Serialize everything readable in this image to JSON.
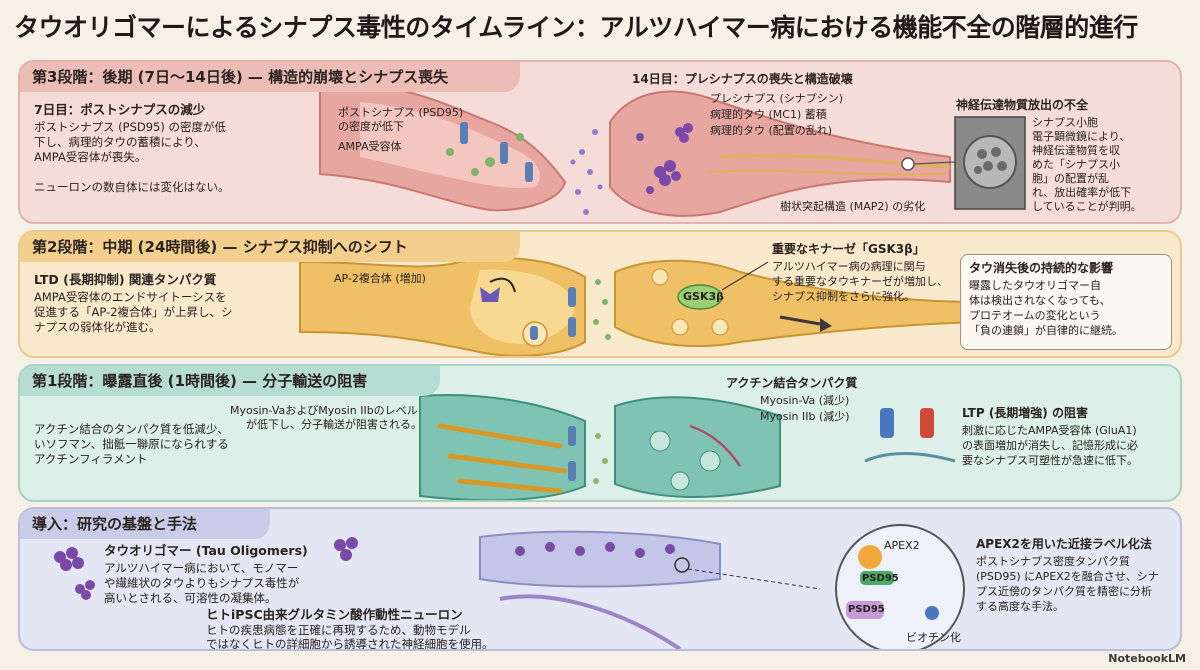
{
  "title": "タウオリゴマーによるシナプス毒性のタイムライン：アルツハイマー病における機能不全の階層的進行",
  "stage3": {
    "header": "第3段階：後期 (7日〜14日後) — 構造的崩壊とシナプス喪失",
    "day7_title": "7日目：ポストシナプスの減少",
    "day7_lines": [
      "ポストシナプス (PSD95) の密度が低",
      "下し、病理的タウの蓄積により、",
      "AMPA受容体が喪失。"
    ],
    "neuron_note": "ニューロンの数自体には変化はない。",
    "label_psd95_1": "ポストシナプス (PSD95)",
    "label_psd95_2": "の密度が低下",
    "label_ampa": "AMPA受容体",
    "day14_title": "14日目：プレシナプスの喪失と構造破壊",
    "label_presyn": "プレシナプス (シナプシン)",
    "label_mc1": "病理的タウ (MC1) 蓄積",
    "label_tau_disorder": "病理的タウ (配置の乱れ)",
    "label_map2": "樹状突起構造 (MAP2) の劣化",
    "panel_title": "神経伝達物質放出の不全",
    "panel_lines": [
      "シナプス小胞",
      "電子顕微鏡により、",
      "神経伝達物質を収",
      "めた「シナプス小",
      "胞」の配置が乱",
      "れ、放出確率が低下",
      "していることが判明。"
    ]
  },
  "stage2": {
    "header": "第2段階：中期 (24時間後) — シナプス抑制へのシフト",
    "ltd_title": "LTD (長期抑制) 関連タンパク質",
    "ltd_lines": [
      "AMPA受容体のエンドサイトーシスを",
      "促進する「AP-2複合体」が上昇し、シ",
      "ナプスの弱体化が進む。"
    ],
    "label_ap2": "AP-2複合体 (増加)",
    "gsk_badge": "GSK3β",
    "gsk_title": "重要なキナーゼ「GSK3β」",
    "gsk_lines": [
      "アルツハイマー病の病理に関与",
      "する重要なタウキナーゼが増加し、",
      "シナプス抑制をさらに強化。"
    ],
    "panel_title": "タウ消失後の持続的な影響",
    "panel_lines": [
      "曝露したタウオリゴマー自",
      "体は検出されなくなっても、",
      "プロテオームの変化という",
      "「負の連鎖」が自律的に継続。"
    ]
  },
  "stage1": {
    "header": "第1段階：曝露直後 (1時間後) — 分子輸送の阻害",
    "actin_lines": [
      "アクチン結合のタンパク質を低減少、",
      "いソフマン、拙骶一聯原になられする",
      "アクチンフィラメント"
    ],
    "myosin_lines": [
      "Myosin-VaおよびMyosin IIbのレベル",
      "が低下し、分子輸送が阻害される。"
    ],
    "label_abp": "アクチン結合タンパク質",
    "label_myova": "Myosin-Va (減少)",
    "label_myoiib": "Myosin IIb (減少)",
    "ltp_title": "LTP (長期増強) の阻害",
    "ltp_lines": [
      "刺激に応じたAMPA受容体 (GluA1)",
      "の表面増加が消失し、記憶形成に必",
      "要なシナプス可塑性が急速に低下。"
    ]
  },
  "intro": {
    "header": "導入：研究の基盤と手法",
    "tau_title": "タウオリゴマー (Tau Oligomers)",
    "tau_lines": [
      "アルツハイマー病において、モノマー",
      "や繊維状のタウよりもシナプス毒性が",
      "高いとされる、可溶性の凝集体。"
    ],
    "ipsc_title": "ヒトiPSC由来グルタミン酸作動性ニューロン",
    "ipsc_lines": [
      "ヒトの疾患病態を正確に再現するため、動物モデル",
      "ではなくヒトの詳細胞から誘導された神経細胞を使用。"
    ],
    "apex_badge": "APEX2",
    "psd_badge_1": "PSD95",
    "psd_badge_2": "PSD95",
    "biotin_label": "ビオチン化",
    "apex_title": "APEX2を用いた近接ラベル化法",
    "apex_lines": [
      "ポストシナプス密度タンパク質",
      "(PSD95) にAPEX2を融合させ、シナ",
      "プス近傍のタンパク質を精密に分析",
      "する高度な手法。"
    ]
  },
  "footer": "NotebookLM",
  "colors": {
    "stage3": "#f6dcd8",
    "stage2": "#f9e9cc",
    "stage1": "#dcefe9",
    "intro": "#e4e6f3",
    "tau": "#7b4aa8"
  }
}
